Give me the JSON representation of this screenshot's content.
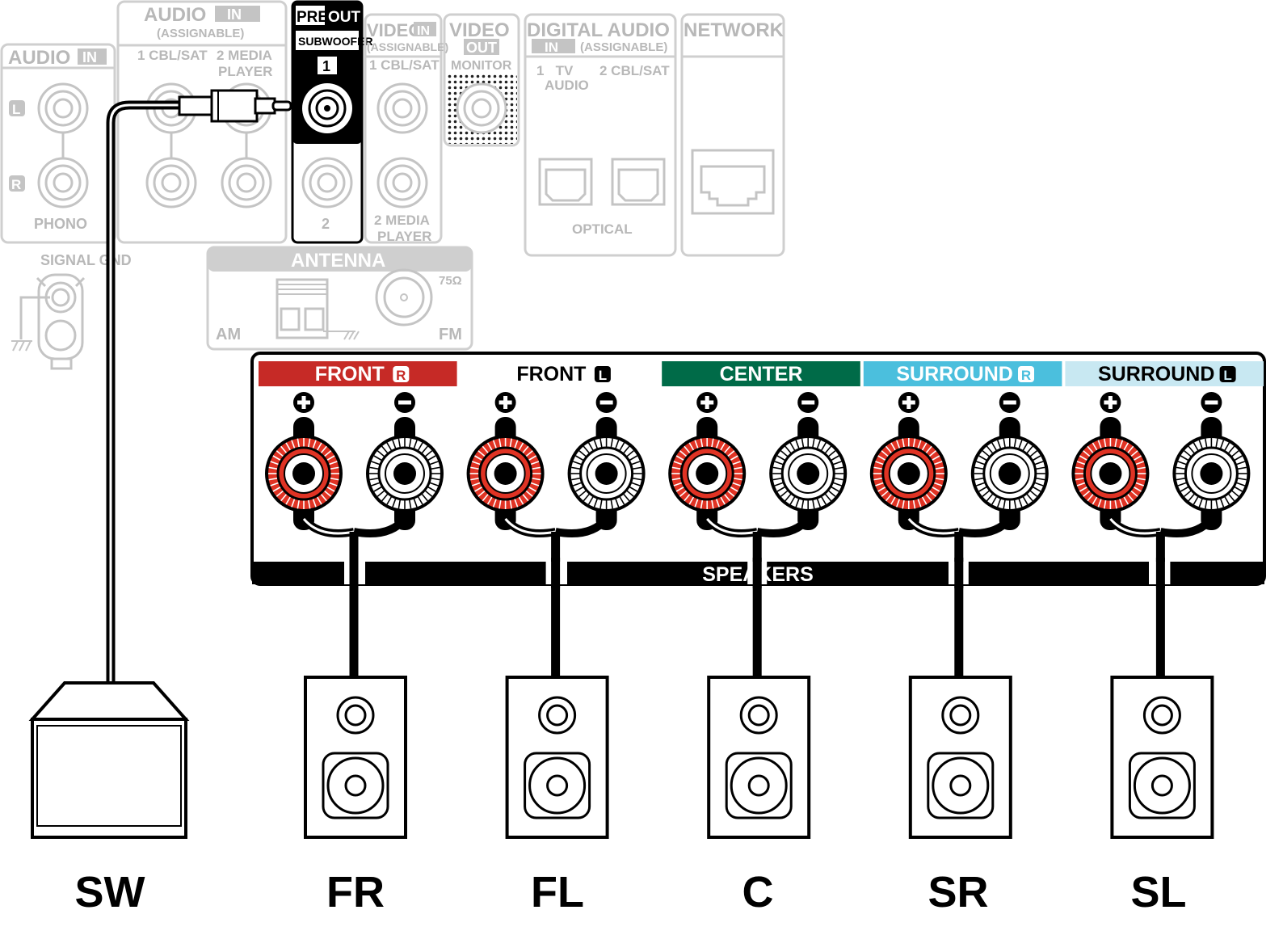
{
  "colors": {
    "front_r": "#c62a26",
    "front_l": "#ffffff",
    "center": "#006b48",
    "surround_r": "#4bbfdd",
    "surround_l": "#c8e8f2",
    "terminal_red": "#e03324",
    "inactive_gray": "#c4c4c4",
    "cable": "#000000"
  },
  "receiver": {
    "audio_in_left": {
      "title": "AUDIO",
      "badge": "IN",
      "ch_l": "L",
      "ch_r": "R",
      "name": "PHONO"
    },
    "audio_in_assignable": {
      "title": "AUDIO",
      "badge": "IN",
      "sub": "(ASSIGNABLE)",
      "col1": "1 CBL/SAT",
      "col2_a": "2 MEDIA",
      "col2_b": "PLAYER"
    },
    "pre_out": {
      "pre": "PRE",
      "out": "OUT",
      "sub": "SUBWOOFER",
      "num1": "1",
      "num2": "2"
    },
    "video_in": {
      "title": "VIDEO",
      "badge": "IN",
      "sub": "(ASSIGNABLE)",
      "col1": "1 CBL/SAT",
      "col2_a": "2 MEDIA",
      "col2_b": "PLAYER"
    },
    "video_out": {
      "title": "VIDEO",
      "badge": "OUT",
      "sub": "MONITOR"
    },
    "digital_audio": {
      "title": "DIGITAL AUDIO",
      "badge": "IN",
      "sub": "(ASSIGNABLE)",
      "col1_a": "1   TV",
      "col1_b": "AUDIO",
      "col2": "2 CBL/SAT",
      "optical": "OPTICAL"
    },
    "network": {
      "title": "NETWORK"
    },
    "signal_gnd": {
      "label": "SIGNAL GND"
    },
    "antenna": {
      "title": "ANTENNA",
      "am": "AM",
      "fm": "FM",
      "ohm": "75Ω"
    },
    "speakers_title": "SPEAKERS"
  },
  "channels": [
    {
      "label": "FRONT",
      "badge": "R",
      "plus": "+",
      "minus": "−",
      "bg": "#c62a26",
      "fg": "#ffffff"
    },
    {
      "label": "FRONT",
      "badge": "L",
      "plus": "+",
      "minus": "−",
      "bg": "#ffffff",
      "fg": "#000000"
    },
    {
      "label": "CENTER",
      "badge": "",
      "plus": "+",
      "minus": "−",
      "bg": "#006b48",
      "fg": "#ffffff"
    },
    {
      "label": "SURROUND",
      "badge": "R",
      "plus": "+",
      "minus": "−",
      "bg": "#4bbfdd",
      "fg": "#ffffff"
    },
    {
      "label": "SURROUND",
      "badge": "L",
      "plus": "+",
      "minus": "−",
      "bg": "#c8e8f2",
      "fg": "#000000"
    }
  ],
  "speakers": [
    "SW",
    "FR",
    "FL",
    "C",
    "SR",
    "SL"
  ],
  "icons": [
    "rca-jack-icon",
    "binding-post-icon",
    "speaker-icon",
    "subwoofer-icon",
    "rca-plug-icon",
    "optical-port-icon",
    "ethernet-port-icon",
    "fm-connector-icon",
    "ground-icon"
  ]
}
